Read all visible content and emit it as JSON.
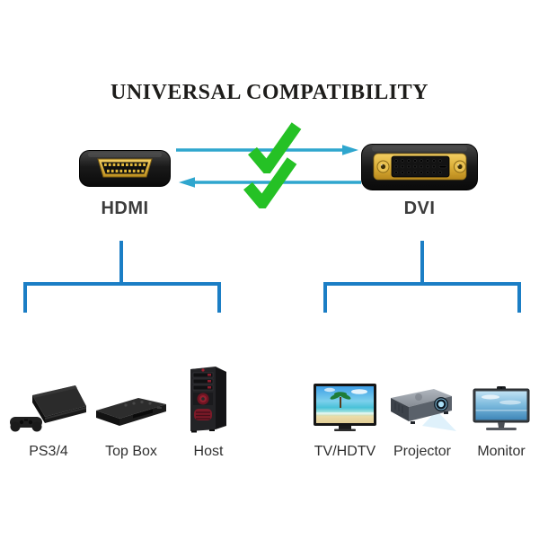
{
  "title": "UNIVERSAL COMPATIBILITY",
  "connectors": {
    "hdmi": {
      "label": "HDMI",
      "icon": "hdmi-connector-icon"
    },
    "dvi": {
      "label": "DVI",
      "icon": "dvi-connector-icon"
    }
  },
  "compatibility": {
    "arrow_right_icon": "arrow-right-icon",
    "arrow_left_icon": "arrow-left-icon",
    "check_icons": [
      "green-checkmark-icon",
      "green-checkmark-icon"
    ]
  },
  "sources": {
    "items": [
      {
        "label": "PS3/4",
        "icon": "playstation-icon"
      },
      {
        "label": "Top Box",
        "icon": "set-top-box-icon"
      },
      {
        "label": "Host",
        "icon": "pc-tower-icon"
      }
    ]
  },
  "displays": {
    "items": [
      {
        "label": "TV/HDTV",
        "icon": "tv-icon"
      },
      {
        "label": "Projector",
        "icon": "projector-icon"
      },
      {
        "label": "Monitor",
        "icon": "monitor-icon"
      }
    ]
  },
  "colors": {
    "arrow_blue": "#2FA6CE",
    "bracket_blue": "#1B7EC5",
    "check_green": "#25C125",
    "connector_gold": "#D9AE3E",
    "title_text": "#1D1C1A"
  }
}
